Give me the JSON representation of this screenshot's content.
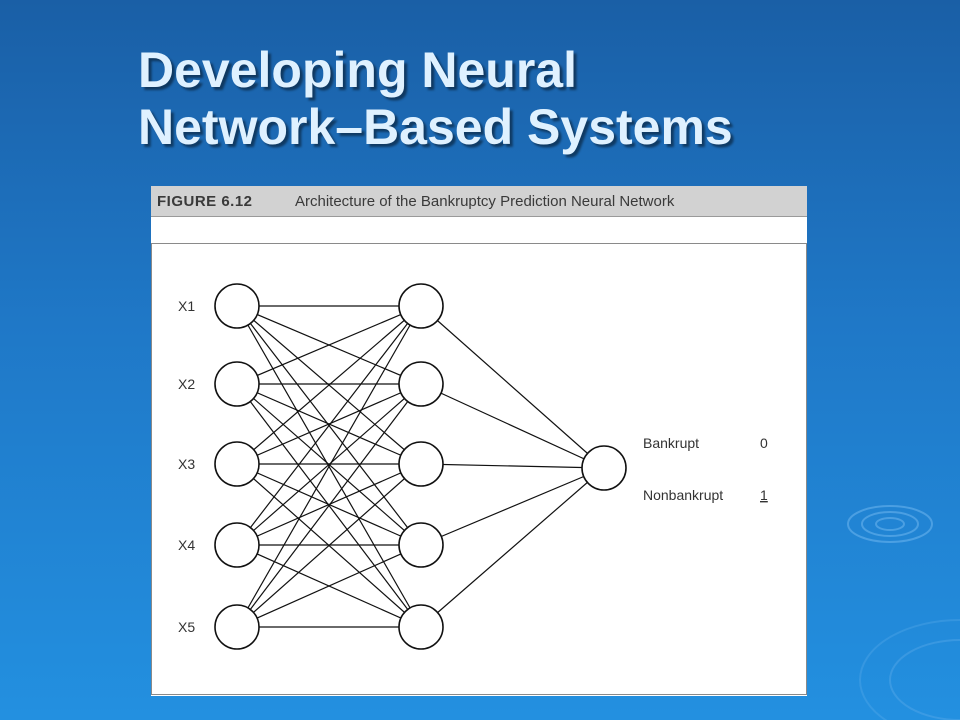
{
  "slide": {
    "title_line1": "Developing Neural",
    "title_line2": "Network–Based Systems"
  },
  "figure": {
    "number": "FIGURE 6.12",
    "caption": "Architecture of the Bankruptcy Prediction Neural Network",
    "input_labels": [
      "X1",
      "X2",
      "X3",
      "X4",
      "X5"
    ],
    "hidden_count": 5,
    "output_labels": [
      {
        "label": "Bankrupt",
        "value": "0"
      },
      {
        "label": "Nonbankrupt",
        "value": "1"
      }
    ]
  }
}
